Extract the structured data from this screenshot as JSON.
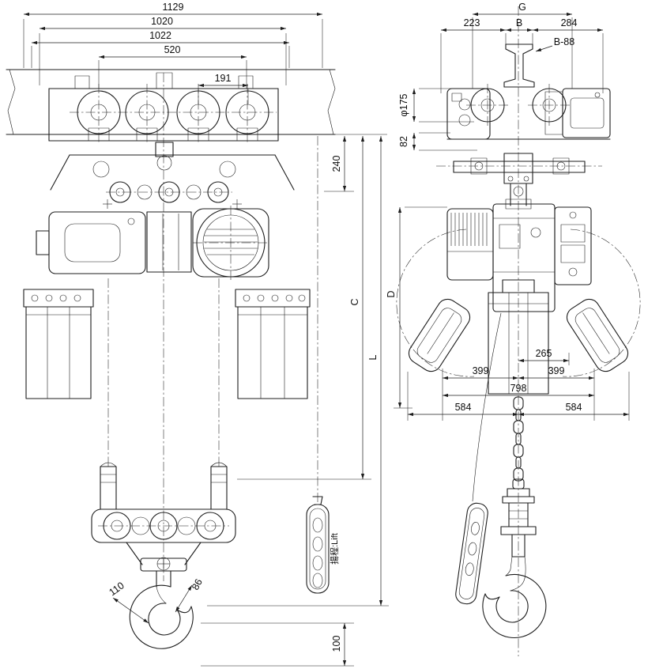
{
  "drawing": {
    "line_color": "#1d1d1d",
    "background_color": "#ffffff"
  },
  "front_view": {
    "dim_1129": "1129",
    "dim_1020": "1020",
    "dim_1022": "1022",
    "dim_520": "520",
    "dim_191": "191",
    "dim_240": "240",
    "dim_C": "C",
    "dim_L": "L",
    "dim_110": "110",
    "dim_86": "86",
    "dim_100": "100",
    "pendant_label": "揚程:Lift"
  },
  "side_view": {
    "dim_G": "G",
    "dim_223": "223",
    "dim_B": "B",
    "dim_284": "284",
    "dim_B88": "B-88",
    "dim_phi175": "φ175",
    "dim_82": "82",
    "dim_D": "D",
    "dim_265": "265",
    "dim_399_left": "399",
    "dim_399_right": "399",
    "dim_798": "798",
    "dim_584_left": "584",
    "dim_584_right": "584"
  }
}
